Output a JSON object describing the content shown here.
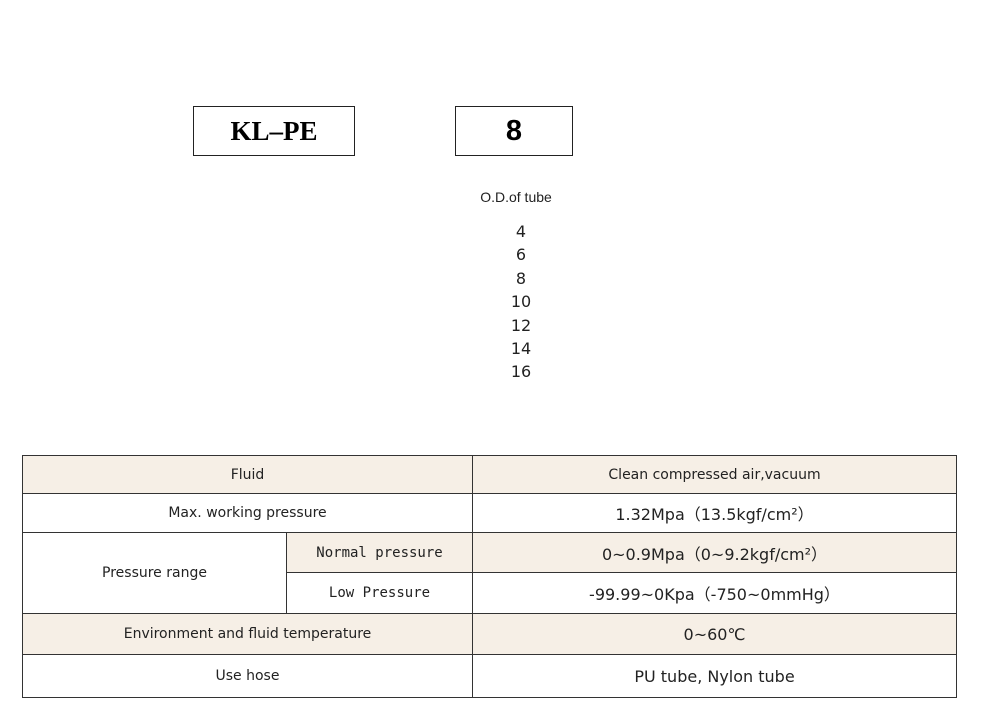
{
  "model": {
    "series": "KL–PE",
    "size": "8"
  },
  "od": {
    "caption": "O.D.of tube",
    "sizes": [
      "4",
      "6",
      "8",
      "10",
      "12",
      "14",
      "16"
    ]
  },
  "specs": {
    "fluid": {
      "label": "Fluid",
      "value": "Clean compressed air,vacuum"
    },
    "max_pressure": {
      "label": "Max. working pressure",
      "value": "1.32Mpa（13.5kgf/cm²）"
    },
    "pressure_range": {
      "label": "Pressure range",
      "normal": {
        "label": "Normal pressure",
        "value": "0~0.9Mpa（0~9.2kgf/cm²）"
      },
      "low": {
        "label": "Low Pressure",
        "value": "-99.99~0Kpa（-750~0mmHg）"
      }
    },
    "temperature": {
      "label": "Environment and fluid temperature",
      "value": "0~60℃"
    },
    "hose": {
      "label": "Use hose",
      "value": "PU tube, Nylon tube"
    }
  }
}
